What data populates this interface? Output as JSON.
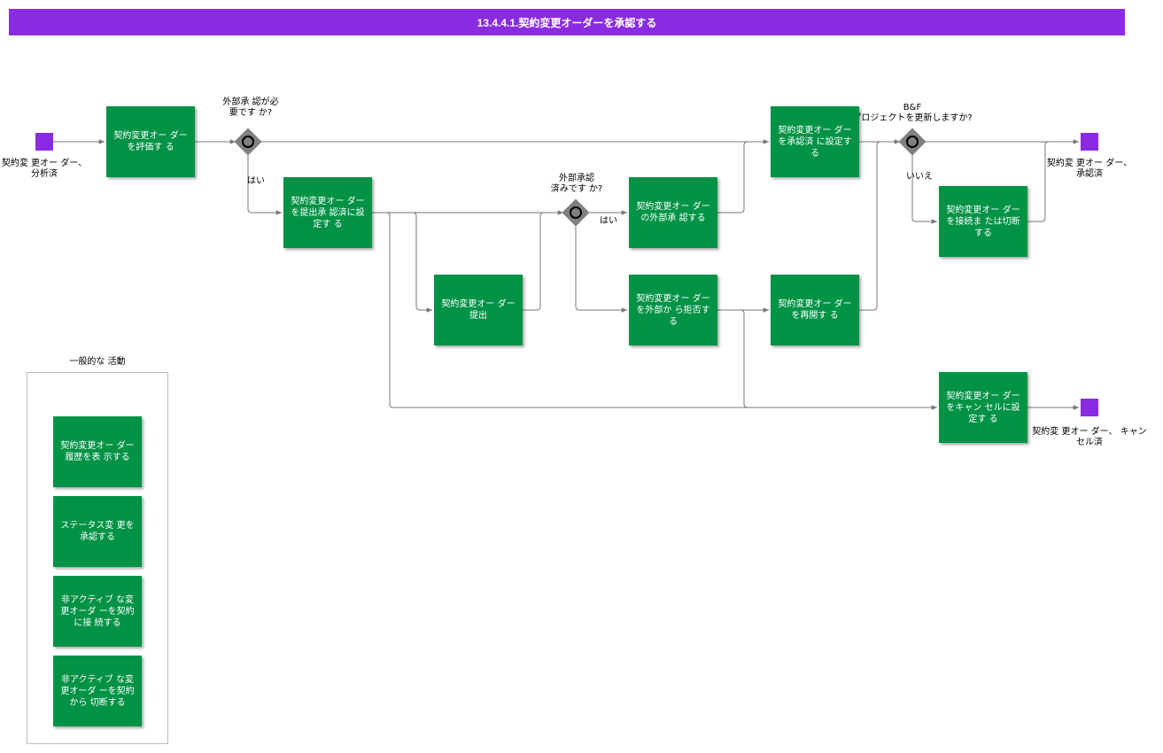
{
  "title": "13.4.4.1.契約変更オーダーを承認する",
  "colors": {
    "activity": "#009245",
    "event": "#8a2be2",
    "gateway": "#808080",
    "line": "#777777"
  },
  "events": {
    "start": "契約変 更オー ダー、\n分析済",
    "end_approved": "契約変 更オー ダー、\n承認済",
    "end_cancelled": "契約変 更オー ダー、 キャン\nセル済"
  },
  "gateways": {
    "external_required": "外部承 認が必\n要です か?",
    "external_done": "外部承認\n済みです か?",
    "bf_update": "B&F\nプロジェクトを更新しますか?"
  },
  "flow_labels": {
    "yes1": "はい",
    "yes2": "はい",
    "no1": "いいえ"
  },
  "activities": {
    "evaluate": "契約変更オー ダーを評価す る",
    "set_submit_approved": "契約変更オー ダーを提出承 認済に設定す る",
    "submit": "契約変更オー ダー提出",
    "external_approve": "契約変更オー ダーの外部承 認する",
    "external_reject": "契約変更オー ダーを外部か ら拒否する",
    "set_approved": "契約変更オー ダーを承認済 に設定する",
    "reopen": "契約変更オー ダーを再開す る",
    "connect_disconnect": "契約変更オー ダーを接続ま たは切断する",
    "set_cancelled": "契約変更オー ダーをキャン セルに設定す る"
  },
  "group": {
    "title": "一般的な 活動",
    "items": [
      "契約変更オー ダー履歴を表 示する",
      "ステータス変 更を承認する",
      "非アクティブ な変更オーダ ーを契約に接 続する",
      "非アクティブ な変更オーダ ーを契約から 切断する"
    ]
  }
}
